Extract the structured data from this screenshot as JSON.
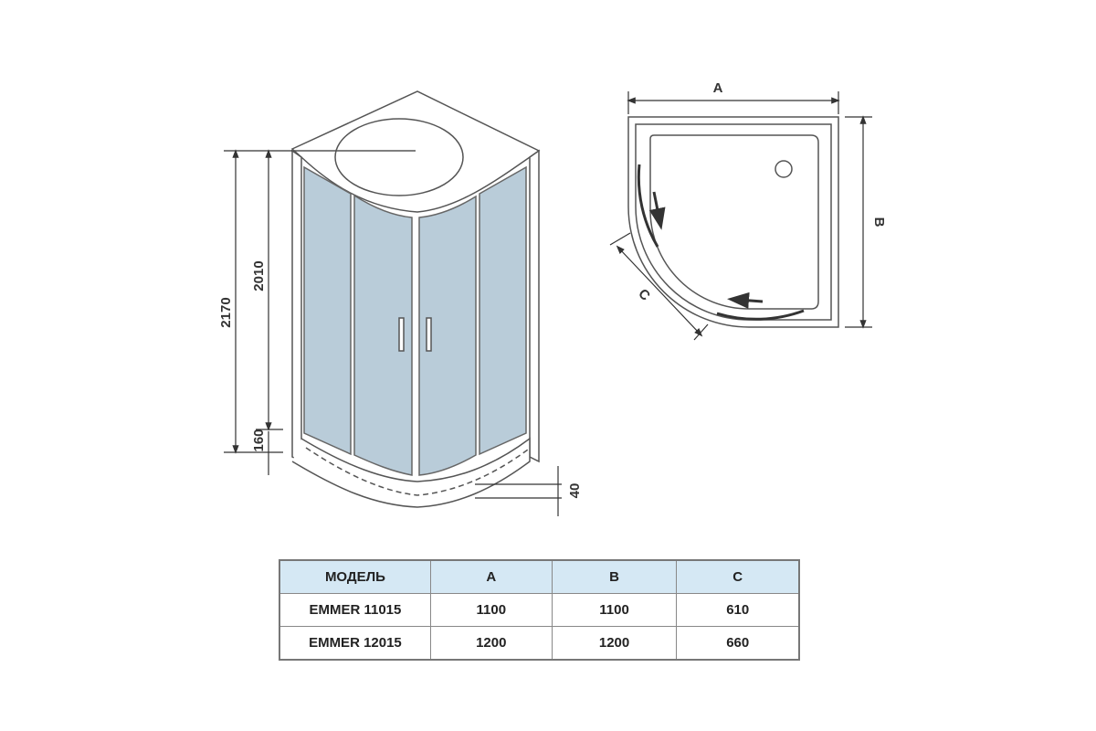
{
  "front_view": {
    "dimensions": {
      "total_height": "2170",
      "cabin_height": "2010",
      "tray_height": "160",
      "tray_lip": "40"
    },
    "glass_color": "#b9ccd9"
  },
  "plan_view": {
    "labels": {
      "width": "A",
      "depth": "B",
      "door": "C"
    }
  },
  "table": {
    "headers": [
      "МОДЕЛЬ",
      "A",
      "B",
      "C"
    ],
    "rows": [
      [
        "EMMER 11015",
        "1100",
        "1100",
        "610"
      ],
      [
        "EMMER 12015",
        "1200",
        "1200",
        "660"
      ]
    ]
  }
}
